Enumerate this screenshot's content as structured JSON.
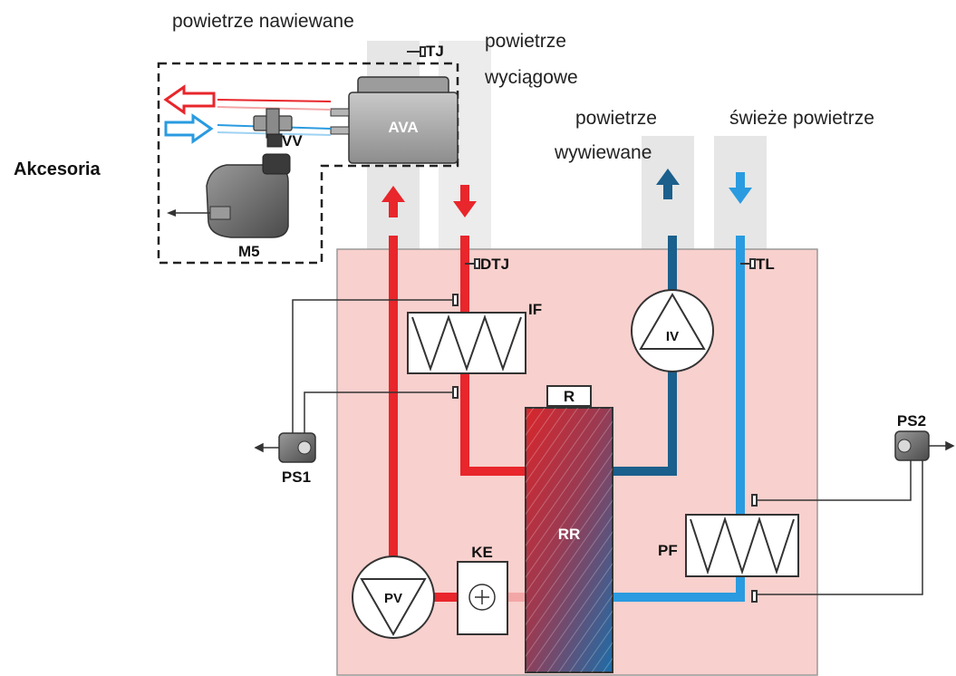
{
  "captions": {
    "supply_air": "powietrze nawiewane",
    "extract_air_line1": "powietrze",
    "extract_air_line2": "wyciągowe",
    "exhaust_air_line1": "powietrze",
    "exhaust_air_line2": "wywiewane",
    "fresh_air": "świeże powietrze",
    "accessories": "Akcesoria"
  },
  "labels": {
    "tj": "TJ",
    "ava": "AVA",
    "vv": "VV",
    "m5": "M5",
    "dtj": "DTJ",
    "tl": "TL",
    "if": "IF",
    "iv": "IV",
    "r": "R",
    "rr": "RR",
    "ps1": "PS1",
    "ps2": "PS2",
    "ke": "KE",
    "pv": "PV",
    "pf": "PF"
  },
  "colors": {
    "unit_fill": "#f8d0cd",
    "warm_air": "#e8262b",
    "warm_dark": "#c8141a",
    "cool_air": "#2a9be0",
    "exhaust_air": "#1b5f8c",
    "duct": "#e7e7e7"
  }
}
